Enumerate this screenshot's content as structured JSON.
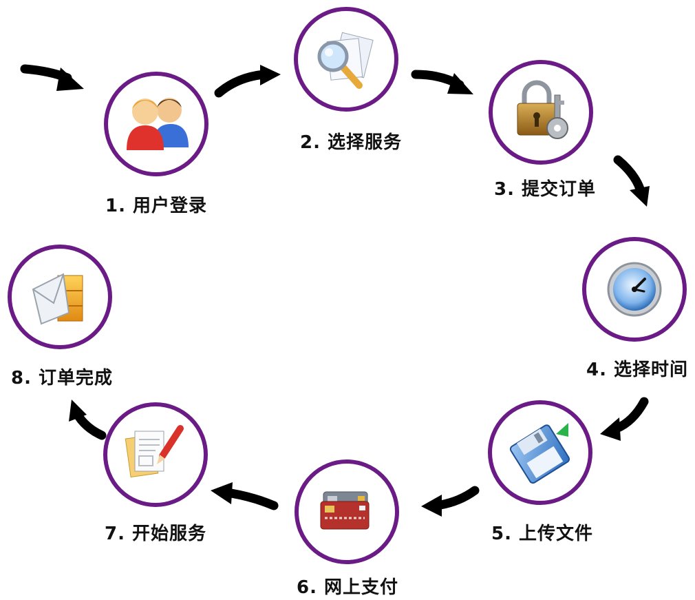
{
  "steps": [
    {
      "label": "1. 用户登录",
      "icon": "users-icon"
    },
    {
      "label": "2. 选择服务",
      "icon": "search-documents-icon"
    },
    {
      "label": "3. 提交订单",
      "icon": "padlock-key-icon"
    },
    {
      "label": "4. 选择时间",
      "icon": "clock-icon"
    },
    {
      "label": "5. 上传文件",
      "icon": "floppy-upload-icon"
    },
    {
      "label": "6. 网上支付",
      "icon": "credit-cards-icon"
    },
    {
      "label": "7. 开始服务",
      "icon": "document-pencil-icon"
    },
    {
      "label": "8. 订单完成",
      "icon": "mail-box-icon"
    }
  ],
  "colors": {
    "ring": "#6a1b86",
    "arrow": "#000000",
    "text": "#111111"
  }
}
